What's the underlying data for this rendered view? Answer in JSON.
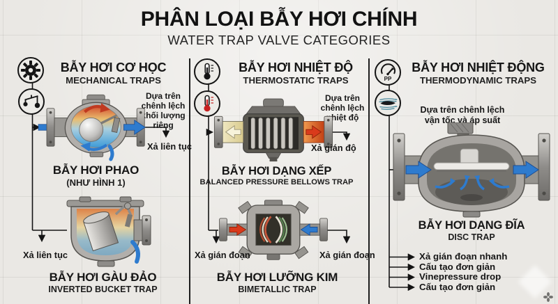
{
  "title": {
    "main": "PHÂN LOẠI BẪY HƠI CHÍNH",
    "sub": "WATER TRAP VALVE CATEGORIES"
  },
  "mechanical": {
    "heading": "BẪY HƠI CƠ HỌC",
    "heading_en": "MECHANICAL TRAPS",
    "icons": [
      "gear-icon",
      "balance-scale-icon"
    ],
    "principle": "Dựa trên chênh lệch khối lượng riêng",
    "float_trap": {
      "name": "BẪY HƠI PHAO",
      "sub": "(NHƯ HÌNH 1)",
      "discharge": "Xả liên tục"
    },
    "bucket_trap": {
      "name": "BẪY HƠI GÀU ĐẢO",
      "sub": "INVERTED BUCKET TRAP",
      "discharge": "Xả liên tục"
    }
  },
  "thermostatic": {
    "heading": "BẪY HƠI NHIỆT ĐỘ",
    "heading_en": "THERMOSTATIC TRAPS",
    "icons": [
      "thermometer-icon",
      "thermometer-red-icon"
    ],
    "principle": "Dựa trên chênh lệch nhiệt độ",
    "bellows_trap": {
      "name": "BẪY HƠI DẠNG XẾP",
      "sub": "BALANCED PRESSURE BELLOWS TRAP",
      "discharge": "Xả gián độ"
    },
    "bimetallic_trap": {
      "name": "BẪY HƠI LƯỠNG KIM",
      "sub": "BIMETALLIC TRAP",
      "discharge_left": "Xả gián đoạn",
      "discharge_right": "Xả gián đoạn"
    }
  },
  "thermodynamic": {
    "heading": "BẪY HƠI NHIỆT ĐỘNG",
    "heading_en": "THERMODYNAMIC TRAPS",
    "icons": [
      "pressure-gauge-icon",
      "airflow-icon"
    ],
    "gauge_label": "PP",
    "principle": "Dựa trên chênh lệch vận tốc và áp suất",
    "disc_trap": {
      "name": "BẪY HƠI DẠNG ĐĨA",
      "sub": "DISC TRAP"
    },
    "features": [
      "Xả gián đoạn nhanh",
      "Cấu tạo đơn giản",
      "Vinepressure drop",
      "Cấu tạo đơn giản"
    ]
  },
  "colors": {
    "background": "#eae8e4",
    "text": "#161616",
    "flow_blue": "#2e7bce",
    "flow_red": "#d93a1b"
  }
}
